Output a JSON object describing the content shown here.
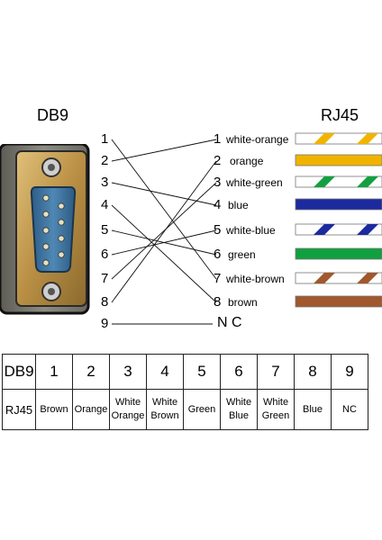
{
  "diagram": {
    "db9_title": "DB9",
    "rj45_title": "RJ45",
    "db9_pins": [
      "1",
      "2",
      "3",
      "4",
      "5",
      "6",
      "7",
      "8",
      "9"
    ],
    "rj45_pins": [
      {
        "num": "1",
        "name": "white-orange",
        "base": "#ffffff",
        "stripe": "#f0b400"
      },
      {
        "num": "2",
        "name": "orange",
        "base": "#f0b400",
        "stripe": ""
      },
      {
        "num": "3",
        "name": "white-green",
        "base": "#ffffff",
        "stripe": "#14a040"
      },
      {
        "num": "4",
        "name": "blue",
        "base": "#1c2a9e",
        "stripe": ""
      },
      {
        "num": "5",
        "name": "white-blue",
        "base": "#ffffff",
        "stripe": "#1c2a9e"
      },
      {
        "num": "6",
        "name": "green",
        "base": "#10a040",
        "stripe": ""
      },
      {
        "num": "7",
        "name": "white-brown",
        "base": "#ffffff",
        "stripe": "#a0582c"
      },
      {
        "num": "8",
        "name": "brown",
        "base": "#a0582c",
        "stripe": ""
      }
    ],
    "nc_label": "N C",
    "wiring": [
      [
        1,
        7
      ],
      [
        2,
        1
      ],
      [
        3,
        4
      ],
      [
        4,
        8
      ],
      [
        5,
        6
      ],
      [
        6,
        5
      ],
      [
        7,
        3
      ],
      [
        8,
        2
      ]
    ]
  },
  "table": {
    "row1_header": "DB9",
    "row2_header": "RJ45",
    "columns": [
      {
        "db9": "1",
        "rj45": [
          "Brown"
        ]
      },
      {
        "db9": "2",
        "rj45": [
          "Orange"
        ]
      },
      {
        "db9": "3",
        "rj45": [
          "White",
          "Orange"
        ]
      },
      {
        "db9": "4",
        "rj45": [
          "White",
          "Brown"
        ]
      },
      {
        "db9": "5",
        "rj45": [
          "Green"
        ]
      },
      {
        "db9": "6",
        "rj45": [
          "White",
          "Blue"
        ]
      },
      {
        "db9": "7",
        "rj45": [
          "White",
          "Green"
        ]
      },
      {
        "db9": "8",
        "rj45": [
          "Blue"
        ]
      },
      {
        "db9": "9",
        "rj45": [
          "NC"
        ]
      }
    ]
  },
  "colors": {
    "connector_shell": "#7a7a70",
    "connector_face": "#c09a4e",
    "connector_insert": "#3a6f9a"
  }
}
